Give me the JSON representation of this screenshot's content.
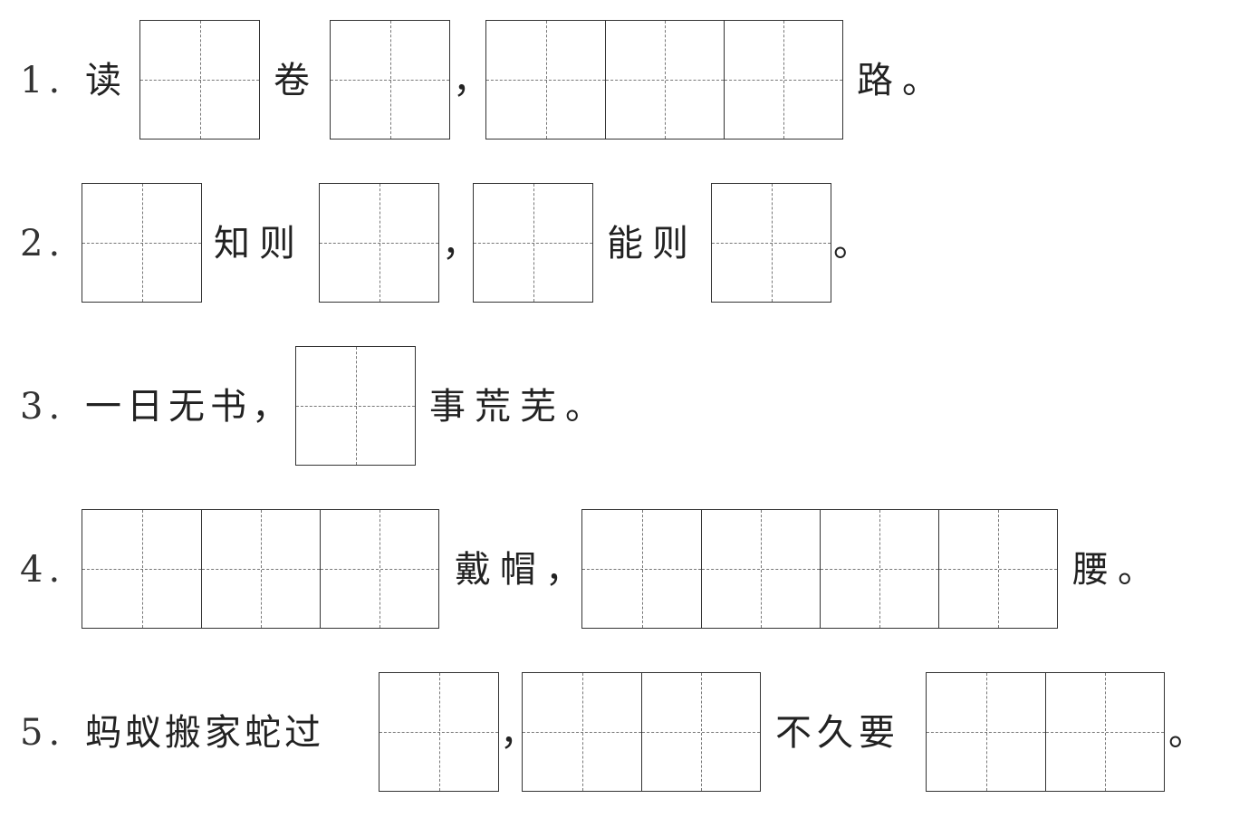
{
  "items": [
    {
      "number": "1.",
      "parts": [
        "读",
        "卷",
        "，",
        "路。"
      ]
    },
    {
      "number": "2.",
      "parts": [
        "知则",
        "，",
        "能则",
        "。"
      ]
    },
    {
      "number": "3.",
      "parts": [
        "一日无书，",
        "事荒芜。"
      ]
    },
    {
      "number": "4.",
      "parts": [
        "戴帽，",
        "腰。"
      ]
    },
    {
      "number": "5.",
      "parts": [
        "蚂蚁搬家蛇过",
        "，",
        "不久要",
        "。"
      ]
    }
  ]
}
